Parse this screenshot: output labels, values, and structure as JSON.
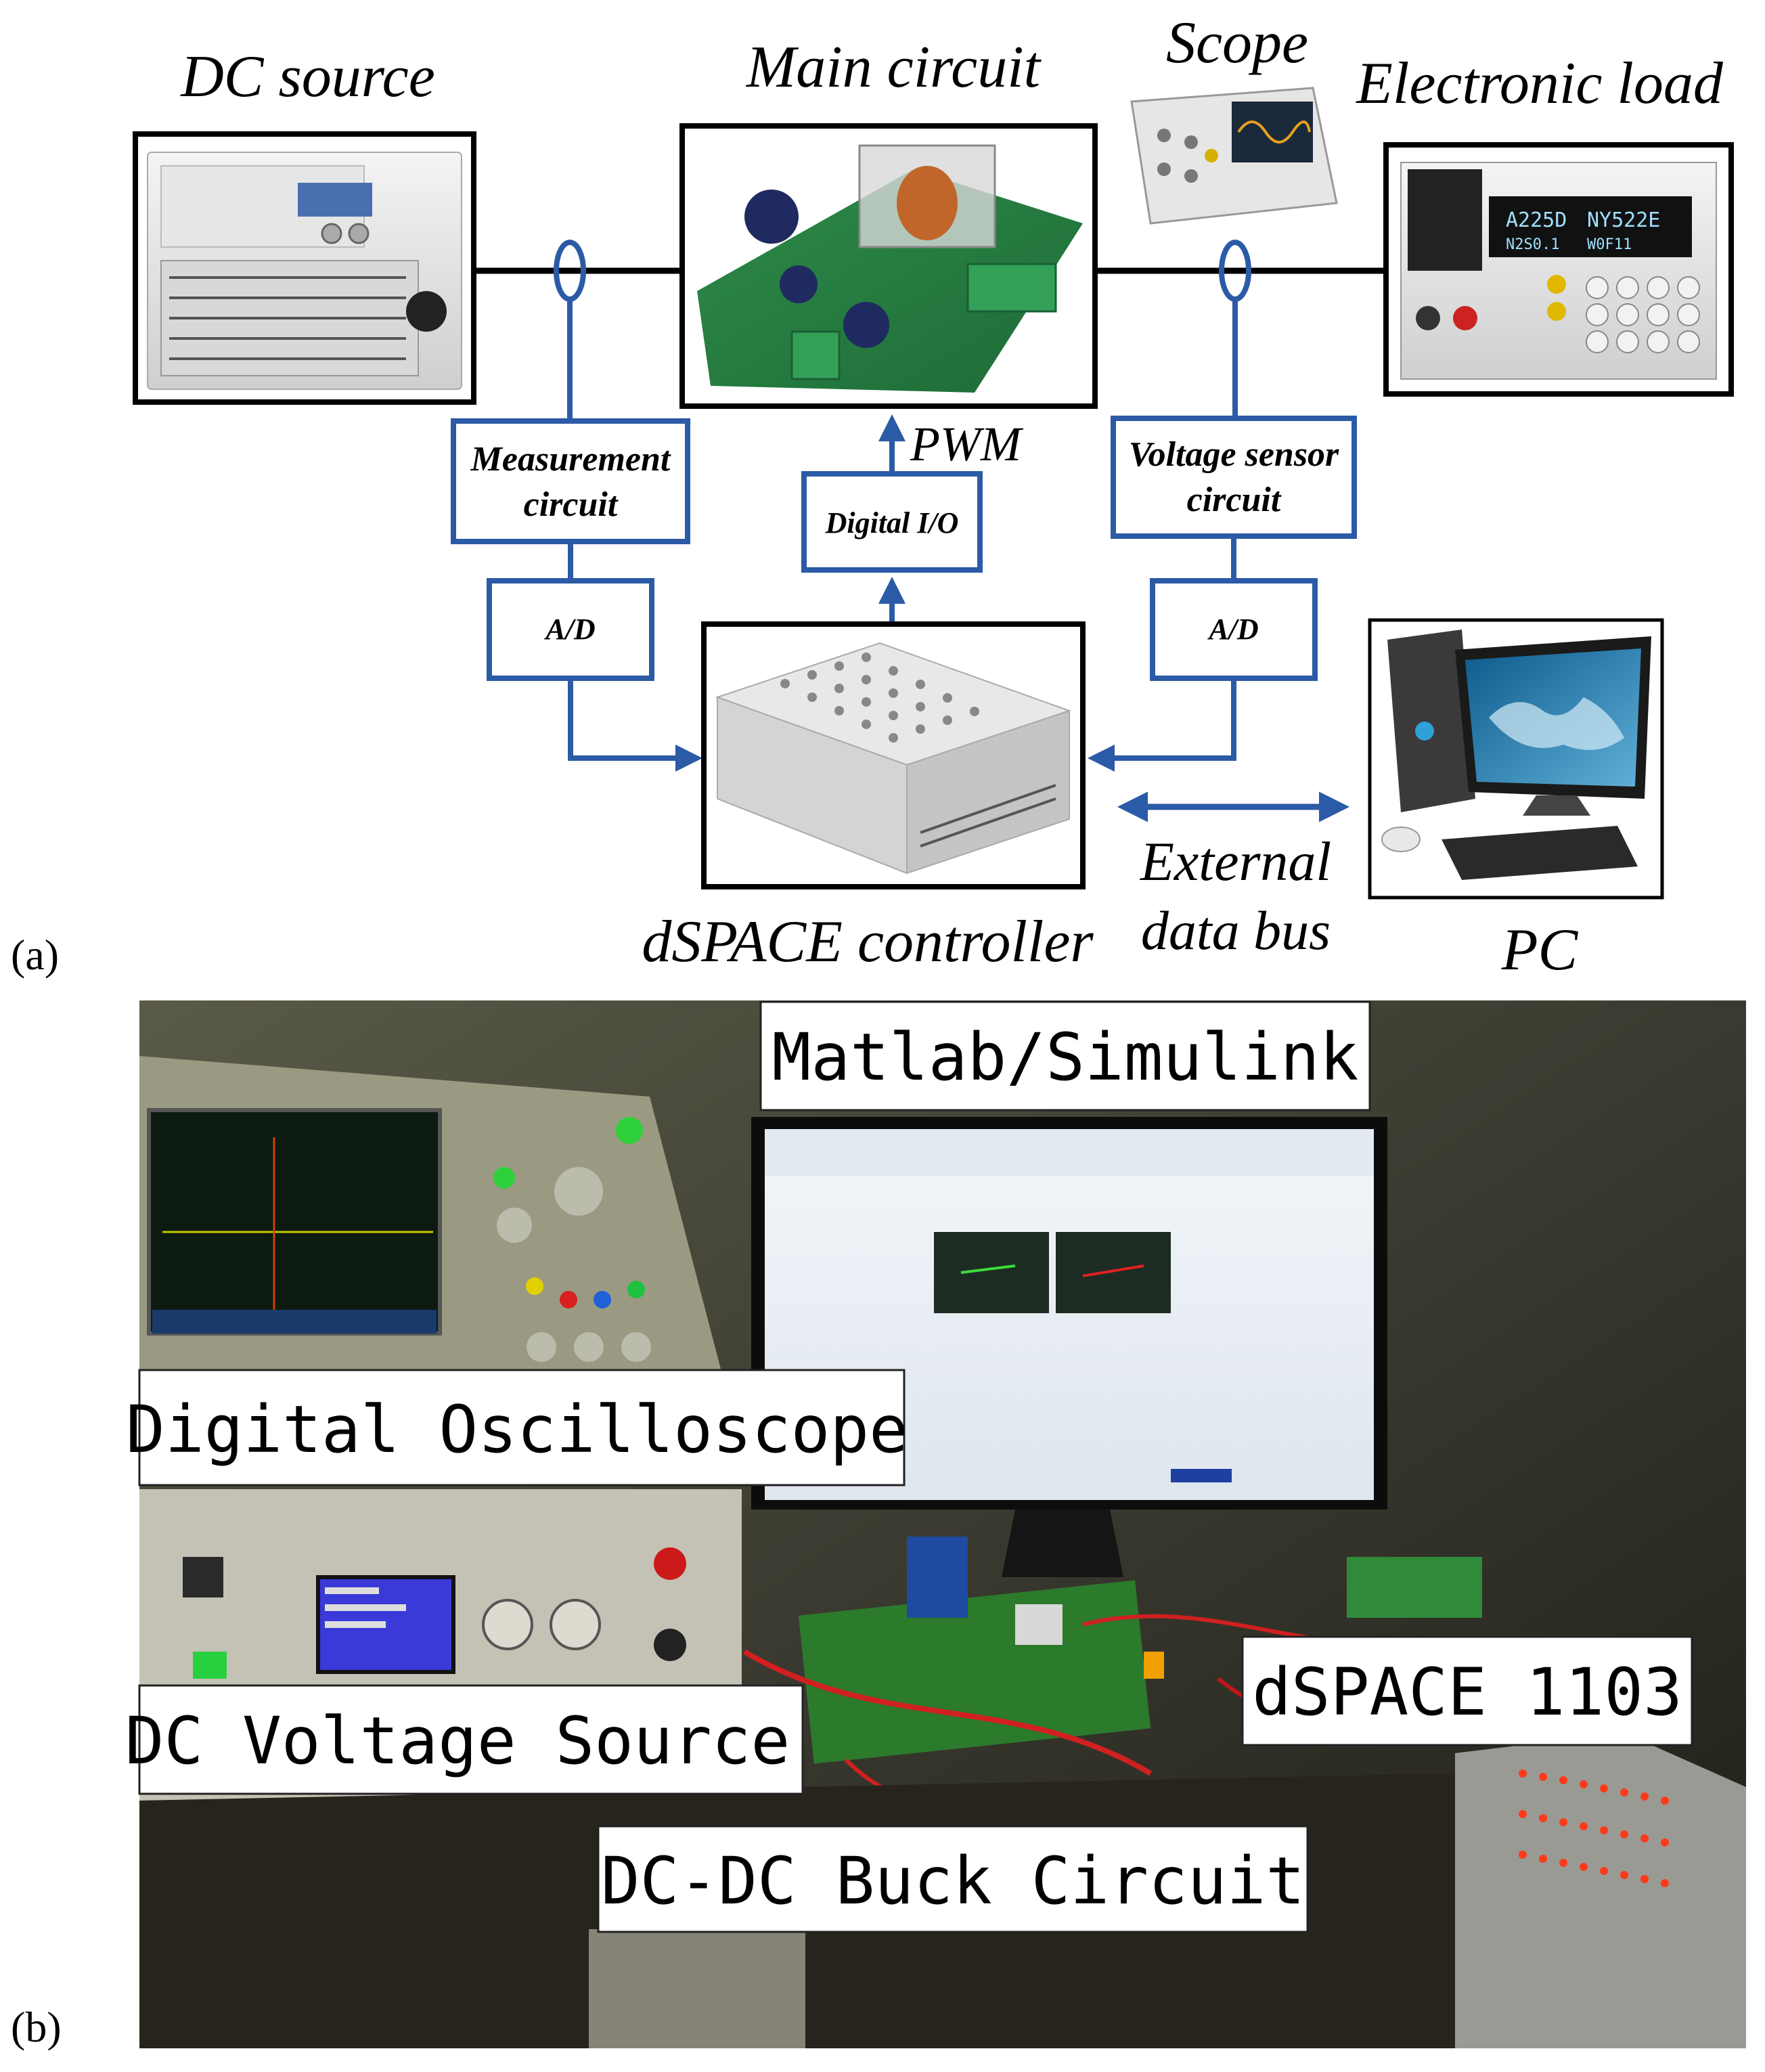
{
  "panel_a": {
    "label": "(a)",
    "blocks": {
      "dc_source": "DC source",
      "main_circuit": "Main circuit",
      "scope": "Scope",
      "electronic_load": "Electronic load",
      "measurement_line1": "Measurement",
      "measurement_line2": "circuit",
      "digital_io": "Digital I/O",
      "pwm": "PWM",
      "voltage_sensor_line1": "Voltage sensor",
      "voltage_sensor_line2": "circuit",
      "ad_left": "A/D",
      "ad_right": "A/D",
      "dspace_controller": "dSPACE controller",
      "external_line1": "External",
      "external_line2": "data bus",
      "pc": "PC"
    },
    "device_text": {
      "load_display_1": "A225D",
      "load_display_2": "NY522E",
      "load_display_3": "N2S0.1",
      "load_display_4": "W0F11"
    },
    "colors": {
      "line_blue": "#2b5aa6",
      "frame_black": "#000000"
    }
  },
  "panel_b": {
    "label": "(b)",
    "callouts": {
      "matlab": "Matlab/Simulink",
      "oscilloscope": "Digital Oscilloscope",
      "dc_voltage": "DC Voltage Source",
      "dspace": "dSPACE 1103",
      "buck": "DC-DC Buck Circuit"
    }
  }
}
